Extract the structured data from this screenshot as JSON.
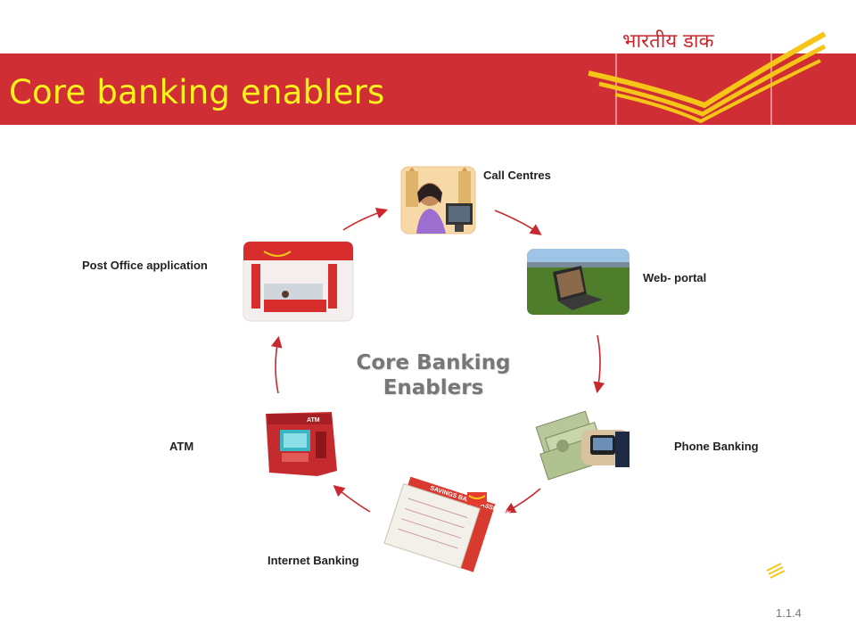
{
  "slide": {
    "title": "Core banking enablers",
    "logo_text": "भारतीय डाक",
    "slide_number": "1.1.4"
  },
  "diagram": {
    "center_title_line1": "Core Banking",
    "center_title_line2": "Enablers",
    "nodes": [
      {
        "label": "Call Centres",
        "icon": "call-centre-agent-icon"
      },
      {
        "label": "Web- portal",
        "icon": "laptop-on-grass-icon"
      },
      {
        "label": "Phone Banking",
        "icon": "phone-with-cash-icon"
      },
      {
        "label": "Internet Banking",
        "icon": "savings-bank-passbook-icon"
      },
      {
        "label": "ATM",
        "icon": "atm-machine-icon"
      },
      {
        "label": "Post Office application",
        "icon": "post-office-counter-icon"
      }
    ],
    "passbook_text": "SAVINGS BANK PASSBOOK",
    "atm_text": "ATM"
  },
  "colors": {
    "banner_red": "#cf2e34",
    "title_yellow": "#fcf21c",
    "logo_yellow": "#f5c518",
    "arrow_red": "#c8282e"
  }
}
